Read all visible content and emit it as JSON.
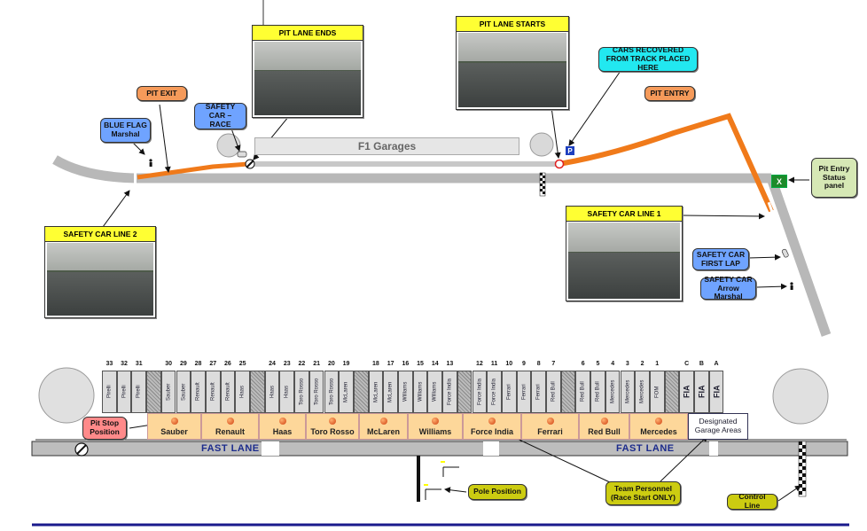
{
  "top": {
    "garages_label": "F1 Garages",
    "pit_exit": "PIT EXIT",
    "pit_entry": "PIT ENTRY",
    "blue_flag": "BLUE FLAG Marshal",
    "safety_car_race": "SAFETY CAR – RACE",
    "cars_recovered": "CARS RECOVERED FROM TRACK PLACED HERE",
    "pit_entry_status": "Pit Entry Status panel",
    "status_panel_letter": "X",
    "parking_letter": "P",
    "safety_car_first_lap": "SAFETY CAR FIRST LAP",
    "safety_car_arrow_marshal": "SAFETY CAR Arrow Marshal",
    "photos": {
      "pit_lane_ends": "PIT LANE ENDS",
      "pit_lane_starts": "PIT LANE STARTS",
      "safety_car_line_1": "SAFETY CAR LINE 1",
      "safety_car_line_2": "SAFETY CAR LINE 2"
    }
  },
  "bottom": {
    "boxes": [
      {
        "num": "33",
        "label": "Pirelli"
      },
      {
        "num": "32",
        "label": "Pirelli"
      },
      {
        "num": "31",
        "label": "Pirelli"
      },
      {
        "num": "",
        "label": "",
        "hatch": true
      },
      {
        "num": "30",
        "label": "Sauber"
      },
      {
        "num": "29",
        "label": "Sauber"
      },
      {
        "num": "28",
        "label": "Renault"
      },
      {
        "num": "27",
        "label": "Renault"
      },
      {
        "num": "26",
        "label": "Renault"
      },
      {
        "num": "25",
        "label": "Haas"
      },
      {
        "num": "",
        "label": "",
        "hatch": true
      },
      {
        "num": "24",
        "label": "Haas"
      },
      {
        "num": "23",
        "label": "Haas"
      },
      {
        "num": "22",
        "label": "Toro Rosso"
      },
      {
        "num": "21",
        "label": "Toro Rosso"
      },
      {
        "num": "20",
        "label": "Toro Rosso"
      },
      {
        "num": "19",
        "label": "McLaren"
      },
      {
        "num": "",
        "label": "",
        "hatch": true
      },
      {
        "num": "18",
        "label": "McLaren"
      },
      {
        "num": "17",
        "label": "McLaren"
      },
      {
        "num": "16",
        "label": "Williams"
      },
      {
        "num": "15",
        "label": "Williams"
      },
      {
        "num": "14",
        "label": "Williams"
      },
      {
        "num": "13",
        "label": "Force India"
      },
      {
        "num": "",
        "label": "",
        "hatch": true
      },
      {
        "num": "12",
        "label": "Force India"
      },
      {
        "num": "11",
        "label": "Force India"
      },
      {
        "num": "10",
        "label": "Ferrari"
      },
      {
        "num": "9",
        "label": "Ferrari"
      },
      {
        "num": "8",
        "label": "Ferrari"
      },
      {
        "num": "7",
        "label": "Red Bull"
      },
      {
        "num": "",
        "label": "",
        "hatch": true
      },
      {
        "num": "6",
        "label": "Red Bull"
      },
      {
        "num": "5",
        "label": "Red Bull"
      },
      {
        "num": "4",
        "label": "Mercedes"
      },
      {
        "num": "3",
        "label": "Mercedes"
      },
      {
        "num": "2",
        "label": "Mercedes"
      },
      {
        "num": "1",
        "label": "FOM"
      },
      {
        "num": "",
        "label": "",
        "hatch": true
      },
      {
        "num": "C",
        "label": "FIA",
        "fia": true
      },
      {
        "num": "B",
        "label": "FIA",
        "fia": true
      },
      {
        "num": "A",
        "label": "FIA",
        "fia": true
      }
    ],
    "teams": [
      "Sauber",
      "Renault",
      "Haas",
      "Toro Rosso",
      "McLaren",
      "Williams",
      "Force India",
      "Ferrari",
      "Red Bull",
      "Mercedes"
    ],
    "designated": "Designated Garage Areas",
    "fast_lane_left": "FAST LANE",
    "fast_lane_right": "FAST LANE",
    "pit_stop_position": "Pit Stop Position",
    "pole_position": "Pole Position",
    "team_personnel": "Team Personnel (Race Start ONLY)",
    "control_line": "Control Line"
  },
  "colors": {
    "pit_lane": "#f07a1a",
    "track": "#b8b8b8",
    "fast_lane_text": "#1c2c8c",
    "footer_line": "#1a1a8c"
  }
}
